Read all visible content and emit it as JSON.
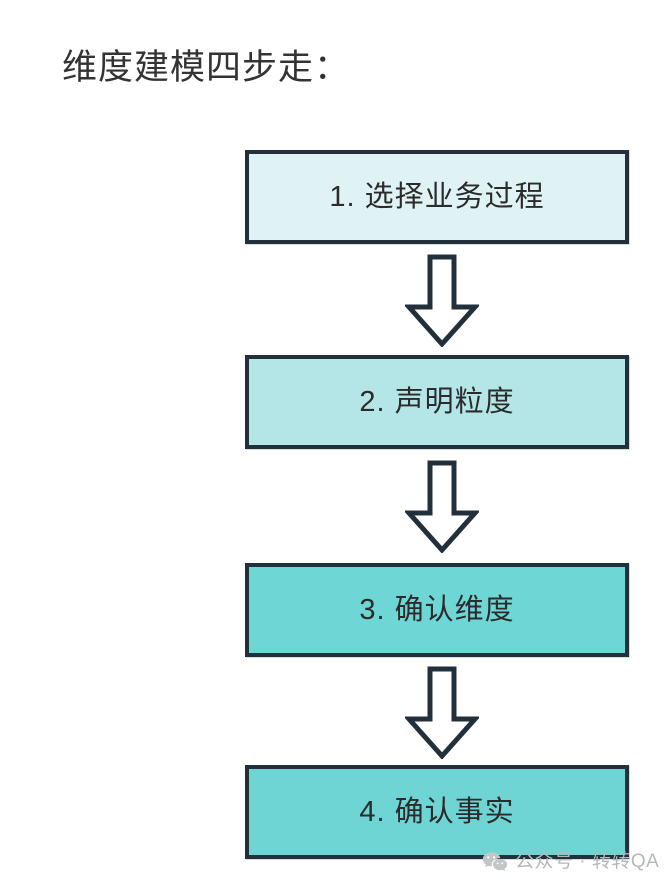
{
  "page": {
    "title": "维度建模四步走：",
    "background_color": "#ffffff",
    "title_color": "#333333"
  },
  "diagram": {
    "type": "flowchart",
    "orientation": "vertical",
    "border_color": "#22303c",
    "arrow_fill": "#ffffff",
    "arrow_stroke": "#22303c",
    "nodes": [
      {
        "label": "1. 选择业务过程",
        "fill": "#dff3f5",
        "name": "step-1"
      },
      {
        "label": "2. 声明粒度",
        "fill": "#b5e6e7",
        "name": "step-2"
      },
      {
        "label": "3. 确认维度",
        "fill": "#6fd6d6",
        "name": "step-3"
      },
      {
        "label": "4. 确认事实",
        "fill": "#6ed4d4",
        "name": "step-4"
      }
    ],
    "arrows": [
      {
        "icon": "down-arrow-icon",
        "from": "step-1",
        "to": "step-2"
      },
      {
        "icon": "down-arrow-icon",
        "from": "step-2",
        "to": "step-3"
      },
      {
        "icon": "down-arrow-icon",
        "from": "step-3",
        "to": "step-4"
      }
    ]
  },
  "watermark": {
    "icon": "wechat-icon",
    "text": "公众号 · 转转QA",
    "color": "#b4b8bb"
  }
}
